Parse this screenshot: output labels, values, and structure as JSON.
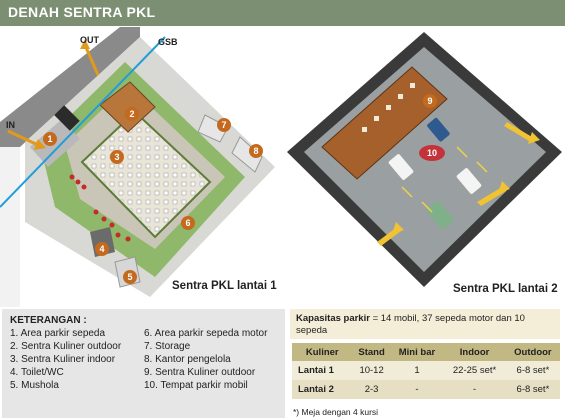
{
  "title": "DENAH SENTRA PKL",
  "plan1": {
    "label": "Sentra PKL lantai 1",
    "annotations": {
      "out": "OUT",
      "in": "IN",
      "gsb": "GSB"
    },
    "markers": [
      "1",
      "2",
      "3",
      "4",
      "5",
      "6",
      "7",
      "8"
    ]
  },
  "plan2": {
    "label": "Sentra PKL lantai 2",
    "markers": [
      "9",
      "10"
    ]
  },
  "legend": {
    "title": "KETERANGAN :",
    "items": [
      "1.  Area parkir sepeda",
      "2.  Sentra Kuliner outdoor",
      "3.  Sentra Kuliner indoor",
      "4.  Toilet/WC",
      "5.  Mushola",
      "6.  Area parkir sepeda motor",
      "7.  Storage",
      "8.  Kantor pengelola",
      "9.  Sentra Kuliner outdoor",
      "10. Tempat parkir mobil"
    ]
  },
  "capacity": {
    "label": "Kapasitas parkir",
    "text": " = 14 mobil, 37 sepeda motor dan 10 sepeda"
  },
  "table": {
    "headers": [
      "Kuliner",
      "Stand",
      "Mini bar",
      "Indoor",
      "Outdoor"
    ],
    "rows": [
      [
        "Lantai 1",
        "10-12",
        "1",
        "22-25 set*",
        "6-8 set*"
      ],
      [
        "Lantai 2",
        "2-3",
        "-",
        "-",
        "6-8 set*"
      ]
    ]
  },
  "footnote": "*) Meja dengan 4 kursi",
  "colors": {
    "title_bar": "#7d8f72",
    "table_header": "#c2b883",
    "marker": "#c46a1f"
  }
}
